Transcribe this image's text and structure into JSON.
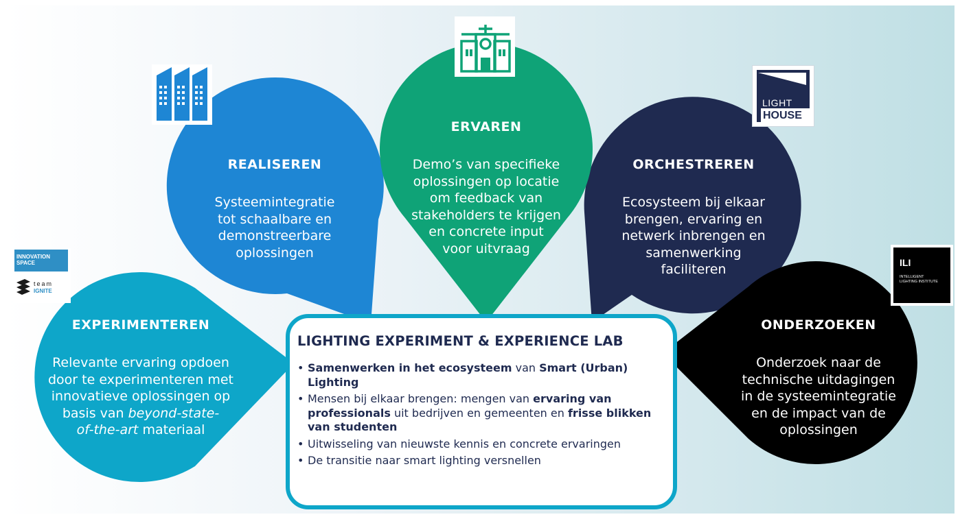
{
  "colors": {
    "experimenteren": "#0ea6c9",
    "realiseren": "#1e86d4",
    "ervaren": "#0fa377",
    "orchestreren": "#1f2a50",
    "onderzoeken": "#000000",
    "lab_border": "#0ea6c9",
    "text_dark": "#1f2a50"
  },
  "bubbles": {
    "experimenteren": {
      "title": "EXPERIMENTEREN",
      "lines": [
        "Relevante ervaring opdoen",
        "door te experimenteren met",
        "innovatieve oplossingen op",
        "basis van",
        "beyond-state-",
        "of-the-art",
        "materiaal"
      ]
    },
    "realiseren": {
      "title": "REALISEREN",
      "lines": [
        "Systeemintegratie",
        "tot schaalbare en",
        "demonstreerbare",
        "oplossingen"
      ]
    },
    "ervaren": {
      "title": "ERVAREN",
      "lines": [
        "Demo’s van specifieke",
        "oplossingen op locatie",
        "om feedback van",
        "stakeholders te krijgen",
        "en concrete input",
        "voor uitvraag"
      ]
    },
    "orchestreren": {
      "title": "ORCHESTREREN",
      "lines": [
        "Ecosysteem bij elkaar",
        "brengen, ervaring en",
        "netwerk inbrengen en",
        "samenwerking",
        "faciliteren"
      ]
    },
    "onderzoeken": {
      "title": "ONDERZOEKEN",
      "lines": [
        "Onderzoek naar de",
        "technische uitdagingen",
        "in de systeemintegratie",
        "en de impact van de",
        "oplossingen"
      ]
    }
  },
  "lab": {
    "title": "LIGHTING EXPERIMENT & EXPERIENCE LAB",
    "b1_bold1": "Samenwerken in het ecosysteem",
    "b1_text": " van ",
    "b1_bold2": "Smart (Urban) Lighting",
    "b2_text1": "Mensen bij elkaar brengen: mengen van ",
    "b2_bold1": "ervaring van professionals",
    "b2_text2": " uit bedrijven en gemeenten en ",
    "b2_bold2": "frisse blikken van studenten",
    "b3": "Uitwisseling van nieuwste kennis en concrete ervaringen",
    "b4": "De transitie naar smart lighting versnellen"
  },
  "logos": {
    "lighthouse_top": "LIGHT",
    "lighthouse_bottom": "HOUSE",
    "ili_title": "ILI",
    "ili_sub": "INTELLIGENT LIGHTING INSTITUTE",
    "innovation": "INNOVATION SPACE",
    "team": "team",
    "ignite": "IGNITE"
  },
  "icons": {
    "realiseren": "office-buildings-icon",
    "ervaren": "city-hall-icon"
  }
}
